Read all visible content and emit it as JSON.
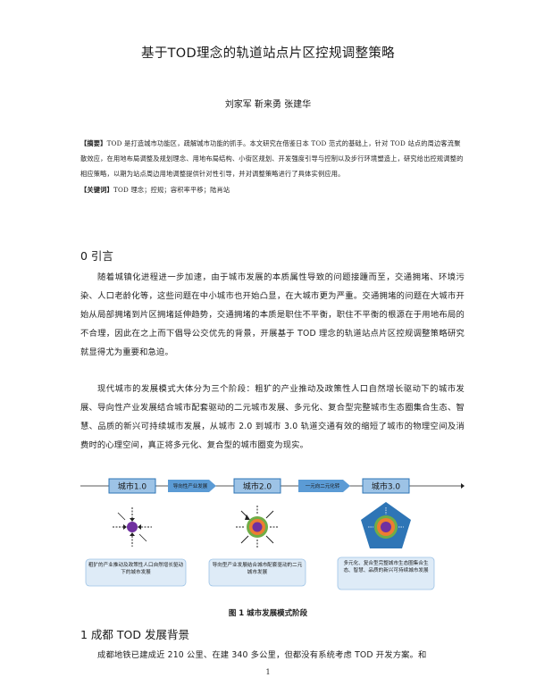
{
  "title": "基于TOD理念的轨道站点片区控规调整策略",
  "authors": "刘家军 靳来勇 张建华",
  "abstract": {
    "label": "【摘要】",
    "text": "TOD 是打造城市功能区，疏解城市功能的抓手。本文研究在借鉴日本 TOD 范式的基础上，针对 TOD 站点的周边客流聚散效应，在用地布局调整及规划理念、用地布局结构、小街区规划、开发强度引导与控制以及步行环境塑造上，研究给出控规调整的相应策略，以期为站点周边用地调整提供针对性引导，并对调整策略进行了具体实例应用。",
    "keywords_label": "【关键词】",
    "keywords": "TOD 理念；控规；容积率平移；陆肖站"
  },
  "section0": {
    "heading": "0 引言",
    "p1": "随着城镇化进程进一步加速，由于城市发展的本质属性导致的问题接踵而至，交通拥堵、环境污染、人口老龄化等，这些问题在中小城市也开始凸显，在大城市更为严重。交通拥堵的问题在大城市开始从局部拥堵到片区拥堵延伸趋势，交通拥堵的本质是职住不平衡，职住不平衡的根源在于用地布局的不合理，因此在之上而下倡导公交优先的背景，开展基于 TOD 理念的轨道站点片区控规调整策略研究就显得尤为重要和急迫。",
    "p2": "现代城市的发展模式大体分为三个阶段：粗犷的产业推动及政策性人口自然增长驱动下的城市发展、导向性产业发展结合城市配套驱动的二元城市发展、多元化、复合型完整城市生态圈集合生态、智慧、品质的新兴可持续城市发展，从城市 2.0 到城市 3.0 轨道交通有效的缩短了城市的物理空间及消费时的心理空间，真正将多元化、复合型的城市圈变为现实。"
  },
  "figure": {
    "nodes": [
      "城市1.0",
      "城市2.0",
      "城市3.0"
    ],
    "arrows": [
      "导向性产业发展",
      "一元向二元化转"
    ],
    "boxes": [
      "粗犷的产业推动及政策性人口自然增长驱动下的城市发展",
      "导向型产业发展结合城市配套驱动的二元城市发展",
      "多元化、复合型完整城市生态圈集合生态、智慧、品质的新兴可持续城市发展"
    ],
    "caption": "图 1 城市发展模式阶段",
    "colors": {
      "node_fill": "#9dc3e6",
      "node_stroke": "#2e75b6",
      "arrow_fill": "#5b9bd5",
      "pentagon": "#2e75b6",
      "ring_green": "#70ad47",
      "ring_orange": "#ed7d31",
      "core_purple": "#7030a0",
      "box_fill": "#deebf7"
    }
  },
  "section1": {
    "heading": "1 成都 TOD 发展背景",
    "p1": "成都地铁已建成近 210 公里、在建 340 多公里，但都没有系统考虑 TOD 开发方案。和"
  },
  "page_number": "1"
}
